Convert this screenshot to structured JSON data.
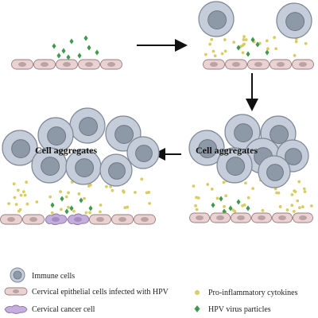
{
  "panels": {
    "bottom_right": {
      "label": "Cell aggregates"
    },
    "bottom_left": {
      "label": "Cell aggregates"
    }
  },
  "legend": {
    "immune": "Immune cells",
    "epithelial": "Cervical epithelial cells infected with HPV",
    "cancer": "Cervical cancer cell",
    "cytokines": "Pro-inflammatory cytokines",
    "virus": "HPV virus particles"
  },
  "colors": {
    "immune_outer": "#c4cdd9",
    "immune_inner": "#8e99a8",
    "epithelial": "#ead2d2",
    "epithelial_nucleus": "#bca3a3",
    "cancer": "#c5addd",
    "cytokine": "#d9cc62",
    "virus": "#3f9a4e",
    "arrow": "#111111"
  },
  "icons": [
    "immune-cell-icon",
    "epithelial-cell-icon",
    "cancer-cell-icon",
    "cytokine-dot-icon",
    "hpv-diamond-icon",
    "arrow-icon"
  ]
}
